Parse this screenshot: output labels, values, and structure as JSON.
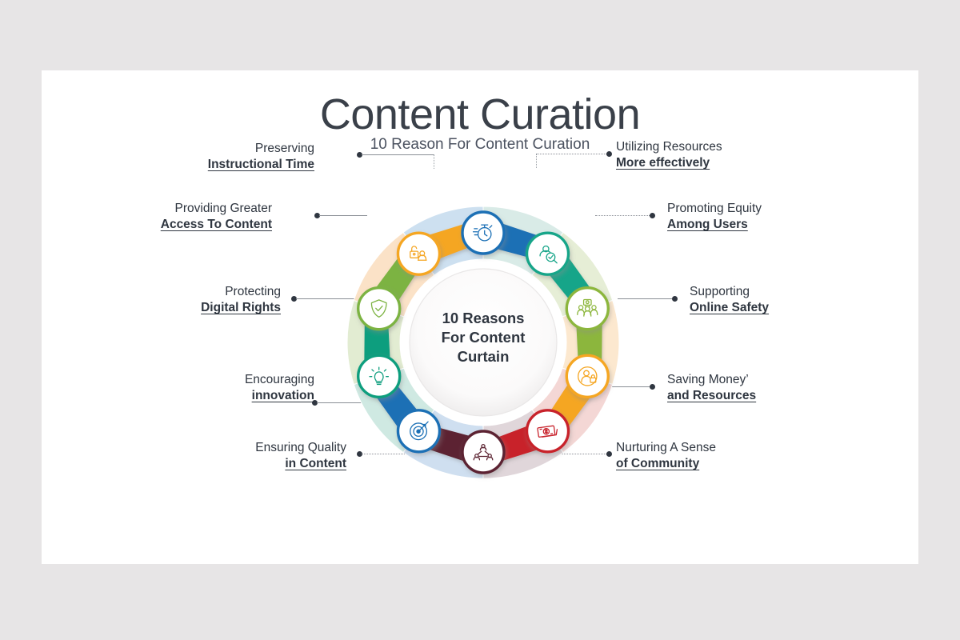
{
  "page": {
    "background": "#e7e5e6",
    "card_background": "#ffffff"
  },
  "header": {
    "title": "Content Curation",
    "subtitle": "10 Reason For Content Curation"
  },
  "center": {
    "line1": "10 Reasons",
    "line2": "For Content",
    "line3": "Curtain"
  },
  "chart_data": {
    "type": "pie",
    "title": "Content Curation",
    "subtitle": "10 Reason For Content Curation",
    "center_label": "10 Reasons For Content Curtain",
    "segments": 10,
    "legend_position": "outside-left-right",
    "categories": [
      "Utilizing Resources More effectively",
      "Promoting Equity Among Users",
      "Supporting Online Safety",
      "Saving Money' and Resources",
      "Nurturing A Sense of Community",
      "Ensuring Quality in Content",
      "Encouraging innovation",
      "Protecting Digital Rights",
      "Providing Greater Access To Content",
      "Preserving Instructional Time"
    ],
    "values": [
      10,
      10,
      10,
      10,
      10,
      10,
      10,
      10,
      10,
      10
    ]
  },
  "ring": {
    "segments": [
      {
        "index": 0,
        "name": "utilizing-resources",
        "fill": "#d9ebe7",
        "accent": "#17a589"
      },
      {
        "index": 1,
        "name": "promoting-equity",
        "fill": "#e6eed6",
        "accent": "#8cb63c"
      },
      {
        "index": 2,
        "name": "supporting-online-safety",
        "fill": "#fce8cf",
        "accent": "#f5a623"
      },
      {
        "index": 3,
        "name": "saving-money",
        "fill": "#f4d7d5",
        "accent": "#c8232c"
      },
      {
        "index": 4,
        "name": "nurturing-community",
        "fill": "#e0d6da",
        "accent": "#5c2432"
      },
      {
        "index": 5,
        "name": "ensuring-quality",
        "fill": "#cfdff0",
        "accent": "#1a6fb5"
      },
      {
        "index": 6,
        "name": "encouraging-innovation",
        "fill": "#cfe9e2",
        "accent": "#0f9e7e"
      },
      {
        "index": 7,
        "name": "protecting-digital-rights",
        "fill": "#e2ecd2",
        "accent": "#7cb342"
      },
      {
        "index": 8,
        "name": "providing-access",
        "fill": "#fbe2c7",
        "accent": "#f5a623"
      },
      {
        "index": 9,
        "name": "preserving-time",
        "fill": "#cde0f0",
        "accent": "#1a6fb5"
      }
    ]
  },
  "nodes": [
    {
      "id": "preserving-time",
      "icon": "stopwatch-icon",
      "color": "#1a6fb5"
    },
    {
      "id": "utilizing-resources",
      "icon": "user-search-icon",
      "color": "#17a589"
    },
    {
      "id": "promoting-equity",
      "icon": "people-group-icon",
      "color": "#8cb63c"
    },
    {
      "id": "supporting-safety",
      "icon": "user-lock-icon",
      "color": "#f5a623"
    },
    {
      "id": "saving-money",
      "icon": "banknote-icon",
      "color": "#c8232c"
    },
    {
      "id": "nurturing-community",
      "icon": "community-network-icon",
      "color": "#5c2432"
    },
    {
      "id": "ensuring-quality",
      "icon": "target-arrow-icon",
      "color": "#1a6fb5"
    },
    {
      "id": "encouraging-innovation",
      "icon": "lightbulb-icon",
      "color": "#0f9e7e"
    },
    {
      "id": "protecting-rights",
      "icon": "shield-check-icon",
      "color": "#7cb342"
    },
    {
      "id": "providing-access",
      "icon": "unlock-user-icon",
      "color": "#f5a623"
    }
  ],
  "labels": {
    "preserving": {
      "l1": "Preserving",
      "l2": "Instructional Time "
    },
    "providing": {
      "l1": "Providing Greater",
      "l2": "Access To Content "
    },
    "protecting": {
      "l1": "Protecting",
      "l2": "Digital Rights "
    },
    "encouraging": {
      "l1": "Encouraging",
      "l2": "innovation"
    },
    "ensuring": {
      "l1": "Ensuring Quality",
      "l2": "in Content "
    },
    "utilizing": {
      "l1": "Utilizing Resources",
      "l2": " More effectively"
    },
    "promoting": {
      "l1": "Promoting Equity",
      "l2": "Among Users "
    },
    "supporting": {
      "l1": "Supporting",
      "l2": "Online Safety"
    },
    "saving": {
      "l1": "Saving Money’",
      "l2": "and Resources "
    },
    "nurturing": {
      "l1": "Nurturing A Sense",
      "l2": "of Community"
    }
  }
}
